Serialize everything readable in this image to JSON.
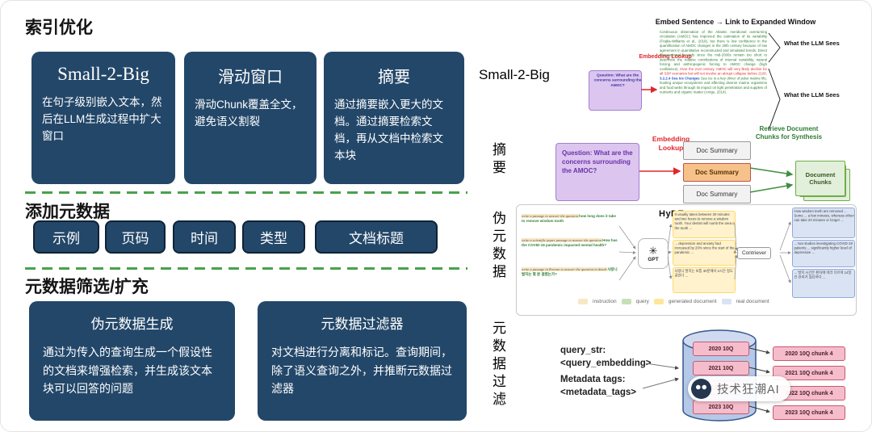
{
  "left": {
    "heading_index": "索引优化",
    "index_cards": [
      {
        "title": "Small-2-Big",
        "body": "在句子级别嵌入文本，然后在LLM生成过程中扩大窗口"
      },
      {
        "title": "滑动窗口",
        "body": "滑动Chunk覆盖全文，避免语义割裂"
      },
      {
        "title": "摘要",
        "body": "通过摘要嵌入更大的文档。通过摘要检索文档，再从文档中检索文本块"
      }
    ],
    "heading_metadata": "添加元数据",
    "metadata_tags": [
      "示例",
      "页码",
      "时间",
      "类型",
      "文档标题"
    ],
    "heading_filter": "元数据筛选/扩充",
    "filter_cards": [
      {
        "title": "伪元数据生成",
        "body": "通过为传入的查询生成一个假设性的文档来增强检索，并生成该文本块可以回答的问题"
      },
      {
        "title": "元数据过滤器",
        "body": "对文档进行分离和标记。查询期间，除了语义查询之外，并推断元数据过滤器"
      }
    ]
  },
  "small2big": {
    "label": "Small-2-Big",
    "title": "Embed Sentence → Link to Expanded Window",
    "question": "Question: What are the concerns surrounding the AMOC?",
    "embedding_lookup": "Embedding Lookup",
    "passage_before": "Continuous observation of the Atlantic meridional overturning circulation (AMOC) has improved the estimation of its variability (Frajka-Williams et al., 2019), but there is low confidence in the quantification of AMOC changes in the 20th century because of low agreement in quantitative reconstructed and simulated trends. Direct observational records since the mid-2000s remain too short to determine the relative contributions of internal variability, natural forcing and anthropogenic forcing to AMOC change (high confidence). ",
    "passage_highlight": "Over the 21st century, AMOC will very likely decline for all SSP scenarios but will not involve an abrupt collapse before 2100. ",
    "passage_section": "3.2.2.4 Sea Ice Changes ",
    "passage_after": "Sea ice is a key driver of polar marine life, hosting unique ecosystems and affecting diverse marine organisms and food webs through its impact on light penetration and supplies of nutrients and organic matter (Arrigo, 2014).",
    "what_llm_sees_top": "What the LLM Sees",
    "what_llm_sees_bottom": "What the LLM Sees"
  },
  "summary": {
    "label": "摘要",
    "question": "Question: What are the concerns surrounding the AMOC?",
    "embedding_lookup": "Embedding Lookup",
    "doc_summaries": [
      "Doc Summary",
      "Doc Summary",
      "Doc Summary"
    ],
    "retrieve_label": "Retrieve Document Chunks for Synthesis",
    "document_chunks": "Document Chunks"
  },
  "hyde": {
    "label": "伪元数据",
    "title": "HyDE",
    "gpt_label": "GPT",
    "contriever_label": "Contriever",
    "examples": [
      {
        "instruction": "write a passage to answer the question ",
        "query": "how long does it take to remove wisdom tooth",
        "generated": "It usually takes between 30 minutes and two hours to remove a wisdom tooth. Your dentist will numb the area of the tooth ...",
        "real": "How wisdom teeth are removed ... Some ... a few minutes, whereas others can take 20 minutes or longer ..."
      },
      {
        "instruction": "write a scientific paper passage to answer the question ",
        "query": "How has the COVID-19 pandemic impacted mental health?",
        "generated": "... depression and anxiety had increased by 20% since the start of the pandemic ...",
        "real": "... two studies investigating COVID-19 patients ... significantly higher level of depressive ..."
      },
      {
        "instruction": "write a passage in Korean to answer the question in detail ",
        "query": "사랑니 발치는 몇 분 걸렸는가?",
        "generated": "사랑니 발치는 보통 30분에서 2시간 정도 걸린다 ...",
        "real": "... 발치 시간은 환자에 따라 다르며 14일 간 관리가 필요하다 ..."
      }
    ],
    "legend": [
      "instruction",
      "query",
      "generated document",
      "real document"
    ]
  },
  "metafilter": {
    "label": "元数据过滤",
    "query_label": "query_str:",
    "query_value": "<query_embedding>",
    "tags_label": "Metadata tags:",
    "tags_value": "<metadata_tags>",
    "db_rows": [
      "2020 10Q",
      "2021 10Q",
      "2022 10Q",
      "2023 10Q"
    ],
    "chunks": [
      "2020 10Q chunk 4",
      "2021 10Q chunk 4",
      "2022 10Q chunk 4",
      "2023 10Q chunk 4"
    ]
  },
  "watermark": {
    "text": "技术狂潮AI"
  },
  "icons": {
    "openai_logo": "✳"
  }
}
